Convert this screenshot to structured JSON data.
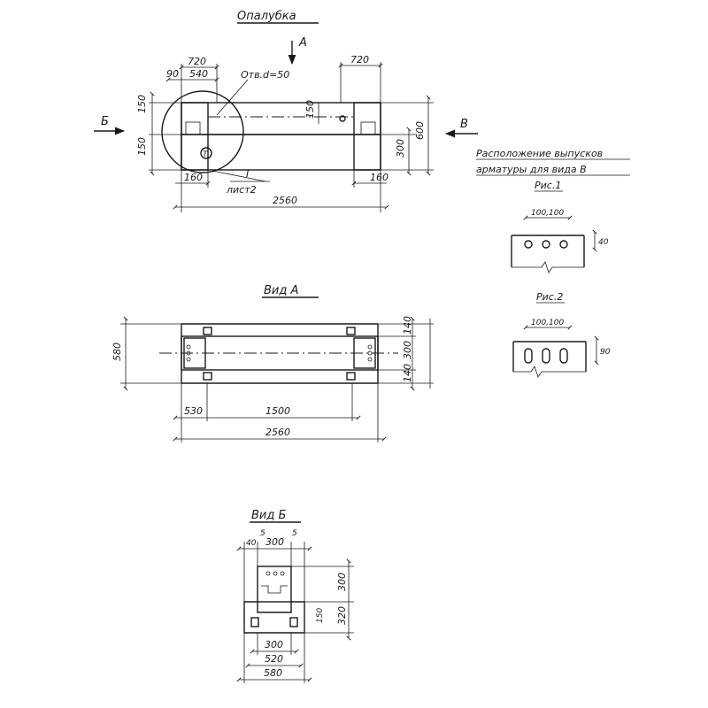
{
  "main_view": {
    "title": "Опалубка",
    "arrow_a": "А",
    "arrow_b": "Б",
    "arrow_v": "В",
    "dim_720_left": "720",
    "dim_90": "90",
    "dim_540": "540",
    "hole_label": "Отв.d=50",
    "dim_720_right": "720",
    "dim_150_top": "150",
    "dim_150_bottom": "150",
    "dim_150_mid": "150",
    "dim_300": "300",
    "dim_600": "600",
    "dim_160_left": "160",
    "dim_160_right": "160",
    "marker_t": "Т",
    "callout_numeral": "I",
    "callout_sheet": "лист2",
    "dim_2560": "2560"
  },
  "rebar_notes": {
    "heading_line1": "Расположение выпусков",
    "heading_line2": "арматуры для вида В",
    "fig1_label": "Рис.1",
    "fig1_dims": "100,100",
    "fig1_side": "40",
    "fig2_label": "Рис.2",
    "fig2_dims": "100,100",
    "fig2_side": "90"
  },
  "view_a": {
    "title": "Вид А",
    "dim_580": "580",
    "dim_140_top": "140",
    "dim_300": "300",
    "dim_140_bottom": "140",
    "dim_530": "530",
    "dim_1500": "1500",
    "dim_2560": "2560"
  },
  "view_b": {
    "title": "Вид Б",
    "dim_40": "40",
    "dim_5_left": "5",
    "dim_300_top": "300",
    "dim_5_right": "5",
    "dim_300_right": "300",
    "dim_150": "150",
    "dim_320": "320",
    "dim_300_bottom": "300",
    "dim_520": "520",
    "dim_580": "580"
  }
}
